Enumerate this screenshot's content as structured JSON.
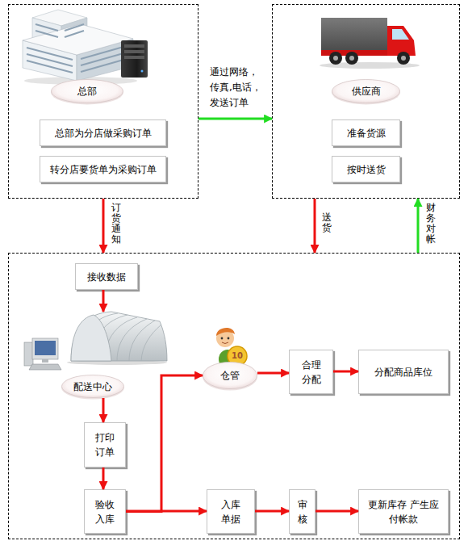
{
  "diagram": {
    "nodes": [
      {
        "text": []
      },
      {
        "text": [
          "总部"
        ],
        "in": 0
      },
      {
        "text": [
          "总部为分店做采购订单"
        ],
        "in": 0
      },
      {
        "text": [
          "转分店要货单为采购订单"
        ],
        "in": 0
      },
      {
        "text": []
      },
      {
        "text": [
          "供应商"
        ],
        "in": 4
      },
      {
        "text": [
          "准备货源"
        ],
        "in": 4
      },
      {
        "text": [
          "按时送货"
        ],
        "in": 4
      },
      {
        "text": []
      },
      {
        "text": [
          "接收数据"
        ],
        "in": 8
      },
      {
        "text": [
          "配送中心"
        ],
        "in": 8
      },
      {
        "text": [
          "打印订单"
        ],
        "in": 8
      },
      {
        "text": [
          "验收入库"
        ],
        "in": 8
      },
      {
        "text": [
          "仓管"
        ],
        "in": 8
      },
      {
        "text": [
          "合理分配"
        ],
        "in": 8
      },
      {
        "text": [
          "分配商品库位"
        ],
        "in": 8
      },
      {
        "text": [
          "入库单据"
        ],
        "in": 8
      },
      {
        "text": [
          "审核"
        ],
        "in": 8
      },
      {
        "text": [
          "更新库存 产生应付帐款"
        ],
        "in": 8
      }
    ],
    "edges": [
      {
        "from": 0,
        "to": 4,
        "arrow": "to",
        "label": "通过网络， 传真,电话， 发送订单"
      },
      {
        "from": 0,
        "to": 8,
        "arrow": "to",
        "label": "订货通知"
      },
      {
        "from": 4,
        "to": 8,
        "arrow": "to",
        "label": "送货"
      },
      {
        "from": 8,
        "to": 4,
        "arrow": "to",
        "label": "财务对帐"
      },
      {
        "from": 9,
        "to": 10,
        "arrow": "to"
      },
      {
        "from": 10,
        "to": 11,
        "arrow": "to"
      },
      {
        "from": 11,
        "to": 12,
        "arrow": "to"
      },
      {
        "from": 12,
        "to": 13,
        "arrow": "to"
      },
      {
        "from": 12,
        "to": 16,
        "arrow": "to"
      },
      {
        "from": 13,
        "to": 14,
        "arrow": "to"
      },
      {
        "from": 14,
        "to": 15,
        "arrow": "to"
      },
      {
        "from": 16,
        "to": 17,
        "arrow": "to"
      },
      {
        "from": 17,
        "to": 18,
        "arrow": "to"
      }
    ],
    "labels": [
      "10"
    ]
  }
}
